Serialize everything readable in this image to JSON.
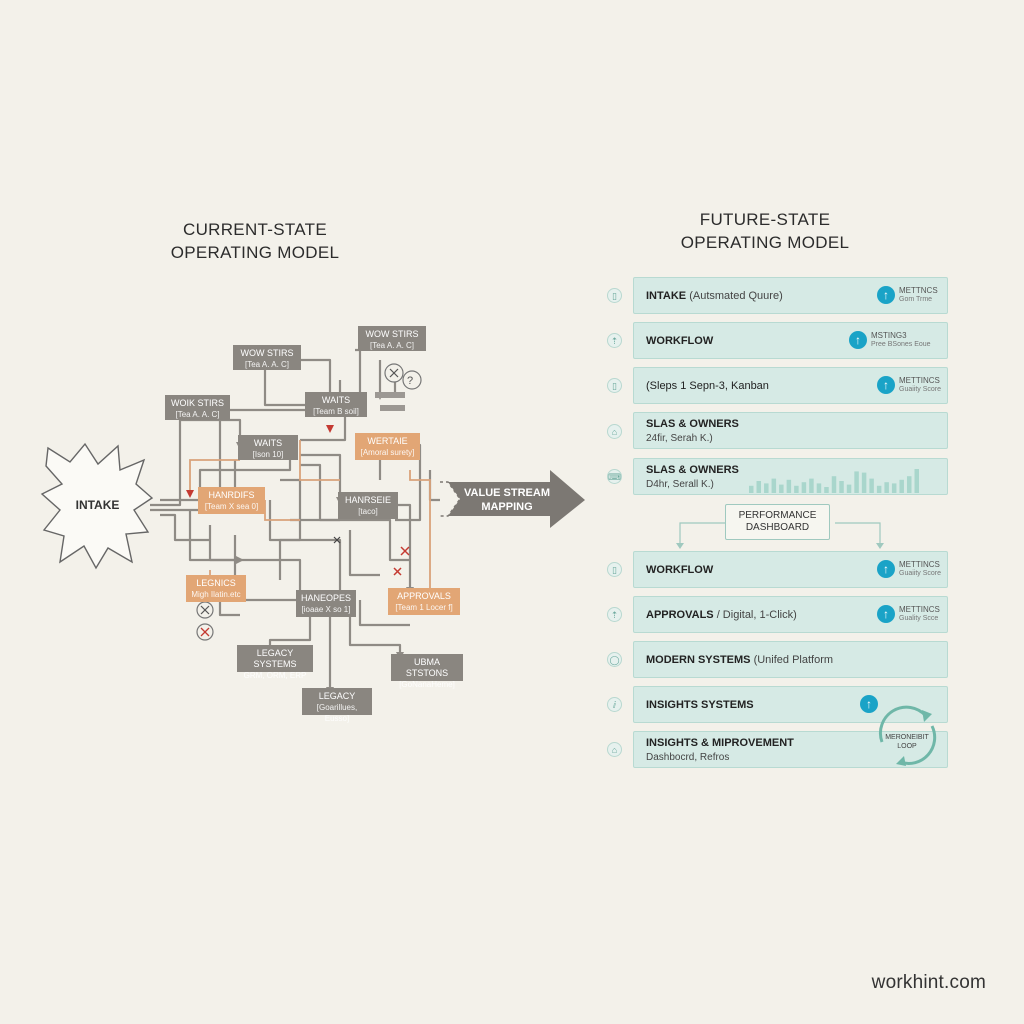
{
  "left": {
    "title_line1": "CURRENT-STATE",
    "title_line2": "OPERATING MODEL",
    "intake": "INTAKE",
    "boxes": [
      {
        "l1": "WOW STIRS",
        "l2": "[Tea A. A. C]"
      },
      {
        "l1": "WOW STIRS",
        "l2": "[Tea A. A. C]"
      },
      {
        "l1": "WOIK STIRS",
        "l2": "[Tea A. A. C]"
      },
      {
        "l1": "WAITS",
        "l2": "[Team B soil]"
      },
      {
        "l1": "WAITS",
        "l2": "[Ison 10]"
      },
      {
        "l1": "WERTAIE",
        "l2": "[Amoral surety]"
      },
      {
        "l1": "HANRDIFS",
        "l2": "[Team X  sea 0]"
      },
      {
        "l1": "HANRSEIE",
        "l2": "[taco]"
      },
      {
        "l1": "LEGNICS",
        "l2": "Migh Ilatin.etc"
      },
      {
        "l1": "HANEOPES",
        "l2": "[ioaae X so 1]"
      },
      {
        "l1": "APPROVALS",
        "l2": "[Team 1 Locer f]"
      },
      {
        "l1": "LEGACY SYSTEMS",
        "l2": "GRM, ORM, ERP"
      },
      {
        "l1": "UBMA STSTONS",
        "l2": "[GoNanaHeme]"
      },
      {
        "l1": "LEGACY",
        "l2": "[Goarillues, Eusso]"
      }
    ]
  },
  "vsm": {
    "line1": "VALUE STREAM",
    "line2": "MAPPING"
  },
  "right": {
    "title_line1": "FUTURE-STATE",
    "title_line2": "OPERATING MODEL",
    "rows": [
      {
        "title": "INTAKE",
        "sub": " (Autsmated Quure)",
        "m1": "METTNCS",
        "m2": "Gom Trme"
      },
      {
        "title": "WORKFLOW",
        "m1": "MSTING3",
        "m2": "Pree BSones Eoue"
      },
      {
        "title": "(Sleps 1 Sepn-3, Kanban",
        "m1": "METTINCS",
        "m2": "Guaiity Score"
      },
      {
        "title": "SLAS & OWNERS",
        "sub2": "24fir, Serah K.)"
      },
      {
        "title": "SLAS & OWNERS",
        "sub2": "D4hr, Serall K.)"
      },
      {
        "title": "WORKFLOW",
        "m1": "METTINCS",
        "m2": "Guaiity Score"
      },
      {
        "title": "APPROVALS",
        "sub": " / Digital, 1-Click)",
        "m1": "METTINCS",
        "m2": "Guality Scce"
      },
      {
        "title": "MODERN SYSTEMS",
        "sub": " (Unifed Platform"
      },
      {
        "title": "INSIGHTS SYSTEMS"
      },
      {
        "title": "INSIGHTS & MIPROVEMENT",
        "sub2": "Dashbocrd, Refros"
      }
    ],
    "row_icons": [
      "▯",
      "⇡",
      "▯",
      "⌂",
      "⌨",
      "▯",
      "⇡",
      "◯",
      "ⅈ",
      "⌂"
    ],
    "perf_line1": "PERFORMANCE",
    "perf_line2": "DASHBOARD",
    "loop_line1": "MERONEIBIT",
    "loop_line2": "LOOP",
    "bars": [
      0.3,
      0.5,
      0.4,
      0.6,
      0.35,
      0.55,
      0.3,
      0.45,
      0.6,
      0.4,
      0.25,
      0.7,
      0.5,
      0.35,
      0.9,
      0.85,
      0.6,
      0.3,
      0.45,
      0.4,
      0.55,
      0.7,
      1.0
    ],
    "accent": "#1aa3c7"
  },
  "brand": "workhint.com"
}
